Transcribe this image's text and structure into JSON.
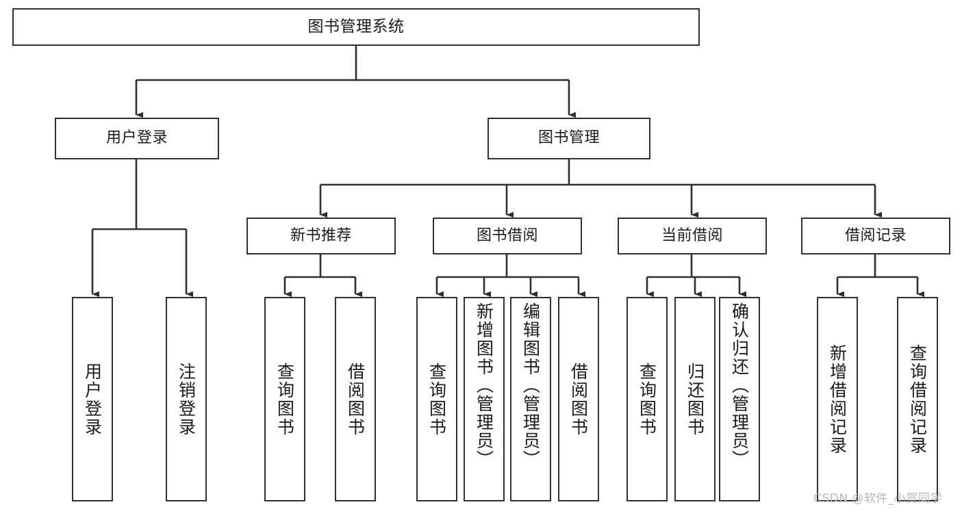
{
  "diagram": {
    "title": "图书管理系统",
    "type": "tree",
    "root": {
      "id": "root",
      "label": "图书管理系统"
    },
    "level2": [
      {
        "id": "user-login",
        "label": "用户登录"
      },
      {
        "id": "book-management",
        "label": "图书管理"
      }
    ],
    "level3": [
      {
        "id": "new-book-recommend",
        "label": "新书推荐"
      },
      {
        "id": "book-borrow",
        "label": "图书借阅"
      },
      {
        "id": "current-borrow",
        "label": "当前借阅"
      },
      {
        "id": "borrow-record",
        "label": "借阅记录"
      }
    ],
    "leaves": {
      "user_login": [
        {
          "id": "leaf-user-login",
          "label": "用户登录"
        },
        {
          "id": "leaf-logout",
          "label": "注销登录"
        }
      ],
      "new_book_recommend": [
        {
          "id": "leaf-query-book-1",
          "label": "查询图书"
        },
        {
          "id": "leaf-borrow-book-1",
          "label": "借阅图书"
        }
      ],
      "book_borrow": [
        {
          "id": "leaf-query-book-2",
          "label": "查询图书"
        },
        {
          "id": "leaf-add-book",
          "label": "新增图书（管理员）"
        },
        {
          "id": "leaf-edit-book",
          "label": "编辑图书（管理员）"
        },
        {
          "id": "leaf-borrow-book-2",
          "label": "借阅图书"
        }
      ],
      "current_borrow": [
        {
          "id": "leaf-query-book-3",
          "label": "查询图书"
        },
        {
          "id": "leaf-return-book",
          "label": "归还图书"
        },
        {
          "id": "leaf-confirm-return",
          "label": "确认归还（管理员）"
        }
      ],
      "borrow_record": [
        {
          "id": "leaf-add-record",
          "label": "新增借阅记录"
        },
        {
          "id": "leaf-query-record",
          "label": "查询借阅记录"
        }
      ]
    }
  },
  "watermark": {
    "text": "CSDN @软件_小贺同学"
  },
  "colors": {
    "stroke": "#2e2e2e",
    "background": "#ffffff",
    "text": "#1a1a1a",
    "watermark": "#b8b8b8"
  }
}
